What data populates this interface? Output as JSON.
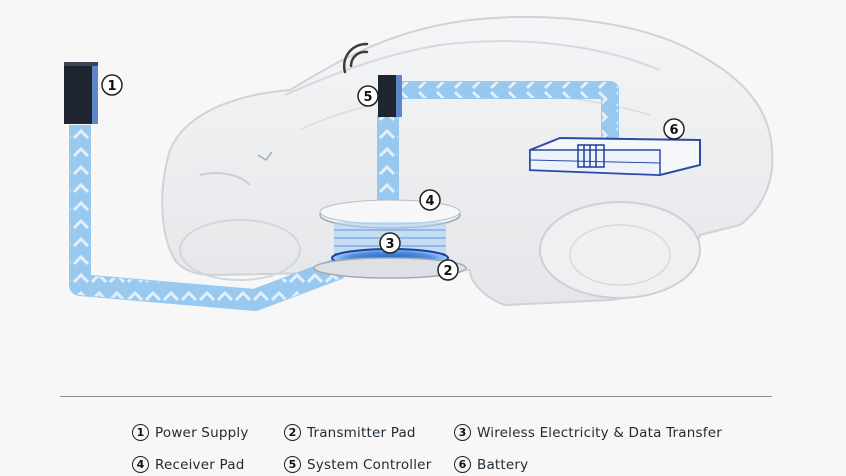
{
  "callouts": [
    {
      "num": "1"
    },
    {
      "num": "2"
    },
    {
      "num": "3"
    },
    {
      "num": "4"
    },
    {
      "num": "5"
    },
    {
      "num": "6"
    }
  ],
  "legend": [
    {
      "num": "1",
      "label": "Power Supply"
    },
    {
      "num": "2",
      "label": "Transmitter Pad"
    },
    {
      "num": "3",
      "label": "Wireless Electricity & Data Transfer"
    },
    {
      "num": "4",
      "label": "Receiver Pad"
    },
    {
      "num": "5",
      "label": "System Controller"
    },
    {
      "num": "6",
      "label": "Battery"
    }
  ],
  "colors": {
    "flow": "#8fc3ee",
    "flow_dark": "#3a7fc8",
    "car_fill": "#eceef0",
    "car_stroke": "#c9ccd0",
    "accent": "#1c3f9e"
  },
  "icons": [
    "wifi-signal-icon",
    "power-supply-unit",
    "system-controller-unit",
    "battery-unit",
    "receiver-pad",
    "transmitter-pad",
    "coil-field"
  ]
}
